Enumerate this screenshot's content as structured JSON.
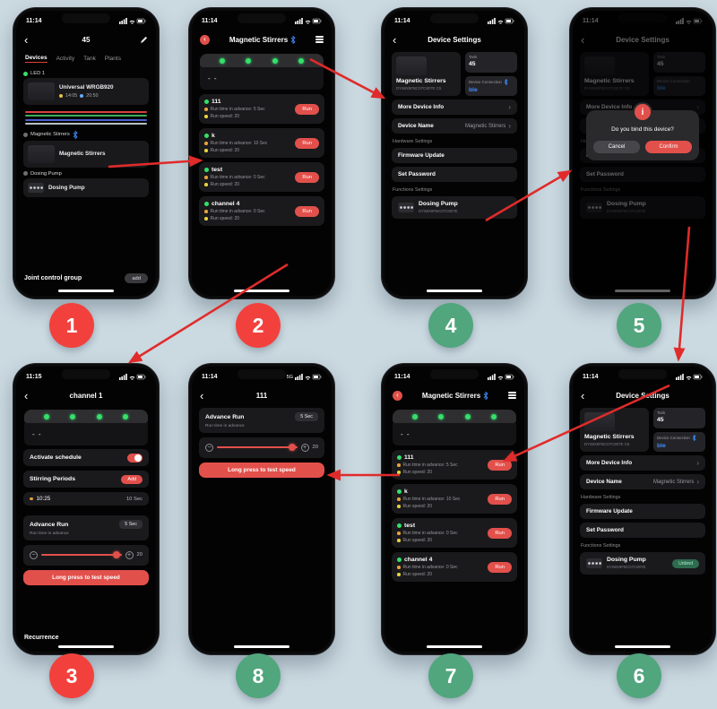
{
  "colors": {
    "background": "#cbd9e1",
    "arrow_red": "#e02b2b",
    "badge_red": "#f2413d",
    "badge_green": "#51a67d",
    "accent_red": "#e2504b",
    "status_green": "#35e06a",
    "ble_blue": "#3f8cff"
  },
  "badges": [
    {
      "label": "1",
      "variant": "red"
    },
    {
      "label": "2",
      "variant": "red"
    },
    {
      "label": "3",
      "variant": "red"
    },
    {
      "label": "4",
      "variant": "green"
    },
    {
      "label": "5",
      "variant": "green"
    },
    {
      "label": "6",
      "variant": "green"
    },
    {
      "label": "7",
      "variant": "green"
    },
    {
      "label": "8",
      "variant": "green"
    }
  ],
  "status": {
    "time": "11:14",
    "time_alt": "11:15",
    "network": "5G"
  },
  "tank_list": {
    "title": "45",
    "tabs": [
      "Devices",
      "Activity",
      "Tank",
      "Plants"
    ],
    "led_tag": "LED 1",
    "led_name": "Universal WRGB920",
    "daytime": "14:05",
    "nighttime": "20:50",
    "stirrer_tag": "Magnetic Stirrers",
    "stirrer_name": "Magnetic Stirrers",
    "pump_tag": "Dosing Pump",
    "pump_name": "Dosing Pump",
    "group_label": "Joint control group",
    "add_button": "add"
  },
  "stirrer": {
    "title": "Magnetic Stirrers",
    "display": "- -",
    "run_label": "Run",
    "channels": [
      {
        "name": "111",
        "advance": "Run time in advance: 5 Sec",
        "speed": "Run speed: 20"
      },
      {
        "name": "k",
        "advance": "Run time in advance: 10 Sec",
        "speed": "Run speed: 20"
      },
      {
        "name": "test",
        "advance": "Run time in advance: 0 Sec",
        "speed": "Run speed: 20"
      },
      {
        "name": "channel 4",
        "advance": "Run time in advance: 0 Sec",
        "speed": "Run speed: 20"
      }
    ]
  },
  "settings": {
    "title": "Device Settings",
    "device_name": "Magnetic Stirrers",
    "device_id": "DY68X9FBC07C807E C5",
    "tank_label": "Tank",
    "tank_value": "45",
    "connection_label": "Device Connection",
    "connection_value": "ble",
    "more_info": "More Device Info",
    "name_label": "Device Name",
    "name_value": "Magnetic Stirrers",
    "hardware_header": "Hardware Settings",
    "firmware": "Firmware Update",
    "password": "Set Password",
    "functions_header": "Functions Settings",
    "pump_label": "Dosing Pump",
    "pump_sub": "DY68X9FBC07C807E",
    "unbind_label": "Unbind"
  },
  "bind_modal": {
    "message": "Do you bind this device?",
    "cancel": "Cancel",
    "confirm": "Confirm"
  },
  "channel_detail": {
    "title": "channel 1",
    "display": "- -",
    "activate_label": "Activate schedule",
    "periods_label": "Stirring Periods",
    "add_button": "Add",
    "period_time": "10:25",
    "period_duration": "10 Sec",
    "advance_label": "Advance Run",
    "advance_value": "5 Sec",
    "advance_sub": "Run time in advance",
    "speed_value": "20",
    "test_button": "Long press to test speed",
    "recurrence_label": "Recurrence"
  },
  "advance_detail": {
    "title": "111",
    "advance_label": "Advance Run",
    "advance_value": "5 Sec",
    "advance_sub": "Run time in advance",
    "speed_value": "20",
    "test_button": "Long press to test speed"
  }
}
